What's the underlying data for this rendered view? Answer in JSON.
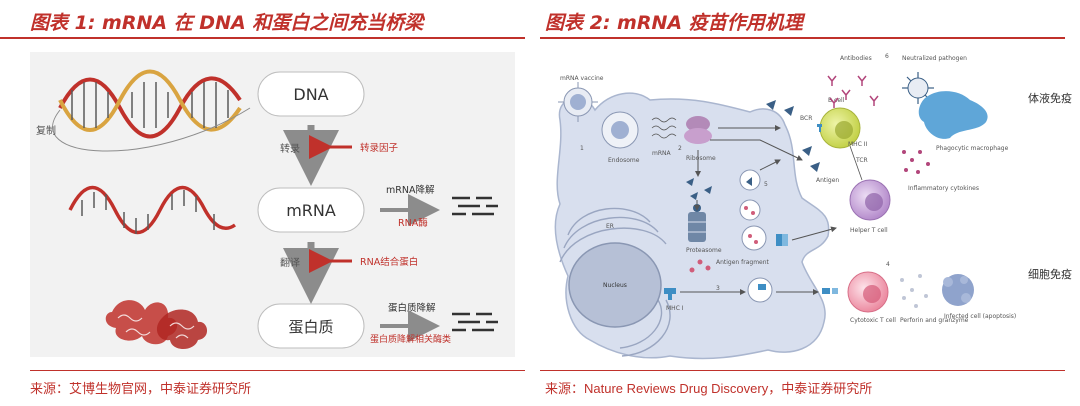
{
  "left": {
    "title": "图表 1: mRNA 在 DNA 和蛋白之间充当桥梁",
    "source": "来源：艾博生物官网，中泰证券研究所",
    "labels": {
      "dna": "DNA",
      "mrna": "mRNA",
      "protein": "蛋白质",
      "replication": "复制",
      "transcription": "转录",
      "translation": "翻译",
      "transcription_factor": "转录因子",
      "rna_binding_protein": "RNA结合蛋白",
      "mrna_degradation": "mRNA降解",
      "rnase": "RNA酶",
      "protein_degradation": "蛋白质降解",
      "protease": "蛋白质降解相关酶类"
    },
    "colors": {
      "red": "#c0312b",
      "arrow": "#8c8c8c",
      "bg": "#f2f2f2"
    }
  },
  "right": {
    "title": "图表 2: mRNA 疫苗作用机理",
    "source": "来源：Nature Reviews Drug Discovery，中泰证券研究所",
    "labels": {
      "mrna_vaccine": "mRNA vaccine",
      "endosome": "Endosome",
      "mrna": "mRNA",
      "ribosome": "Ribosome",
      "er": "ER",
      "nucleus": "Nucleus",
      "proteasome": "Proteasome",
      "antigen_fragment": "Antigen fragment",
      "mhc1": "MHC I",
      "antigen": "Antigen",
      "bcr": "BCR",
      "b_cell": "B cell",
      "mhc2": "MHC II",
      "tcr": "TCR",
      "antibodies": "Antibodies",
      "neutralized_pathogen": "Neutralized pathogen",
      "phagocytic_macrophage": "Phagocytic macrophage",
      "inflammatory_cytokines": "Inflammatory cytokines",
      "helper_t_cell": "Helper T cell",
      "cytotoxic_t_cell": "Cytotoxic T cell",
      "perforin_granzyme": "Perforin and granzyme",
      "infected_cell": "Infected cell (apoptosis)",
      "humoral_immunity": "体液免疫",
      "cellular_immunity": "细胞免疫",
      "n1": "1",
      "n2": "2",
      "n3": "3",
      "n4": "4",
      "n5": "5",
      "n6": "6"
    },
    "colors": {
      "cell": "#d8dfee",
      "cell_edge": "#aab6cf",
      "nucleus": "#b6c0d6",
      "b_cell": "#d5e066",
      "helper": "#c9a6dc",
      "cytotoxic": "#f2a7b8",
      "infected": "#8fa3cc",
      "macrophage": "#5fa6d8"
    }
  }
}
